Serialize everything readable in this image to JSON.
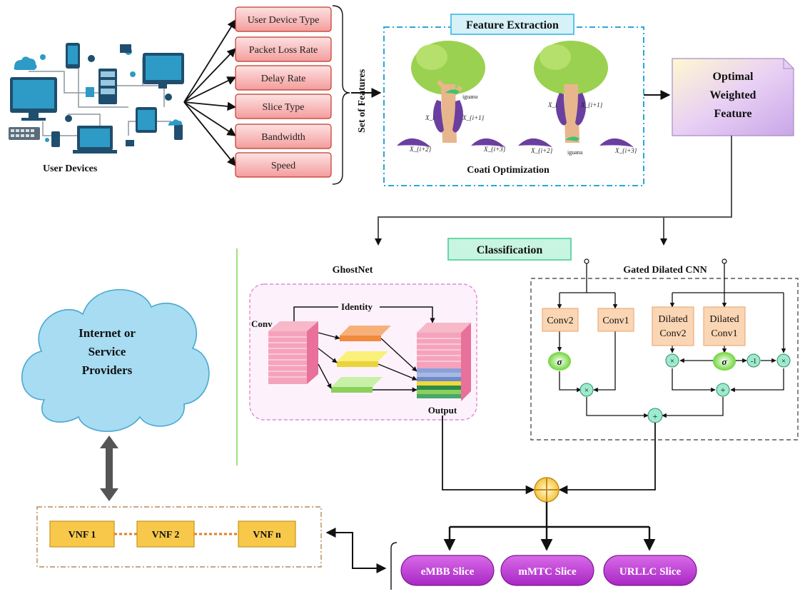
{
  "user_devices": {
    "label": "User Devices"
  },
  "features": {
    "group_label": "Set of Features",
    "items": [
      "User Device Type",
      "Packet Loss Rate",
      "Delay Rate",
      "Slice Type",
      "Bandwidth",
      "Speed"
    ]
  },
  "feature_extraction": {
    "title": "Feature Extraction",
    "caption": "Coati Optimization",
    "iguana_label": "iguana",
    "var_labels": [
      "X_i",
      "X_{i+1}",
      "X_{i+2}",
      "X_{i+3}"
    ]
  },
  "optimal_feature": {
    "line1": "Optimal",
    "line2": "Weighted",
    "line3": "Feature"
  },
  "classification": {
    "title": "Classification"
  },
  "ghostnet": {
    "title": "GhostNet",
    "conv_label": "Conv",
    "identity_label": "Identity",
    "output_label": "Output"
  },
  "gated_cnn": {
    "title": "Gated Dilated CNN",
    "boxes": [
      [
        "Conv2"
      ],
      [
        "Conv1"
      ],
      [
        "Dilated",
        "Conv2"
      ],
      [
        "Dilated",
        "Conv1"
      ]
    ],
    "sigma": "σ",
    "times": "×",
    "plus": "+",
    "minus_one": "-1"
  },
  "cloud": {
    "line1": "Internet or",
    "line2": "Service",
    "line3": "Providers"
  },
  "vnf": {
    "items": [
      "VNF 1",
      "VNF 2",
      "VNF  n"
    ]
  },
  "slices": {
    "items": [
      "eMBB Slice",
      "mMTC Slice",
      "URLLC Slice"
    ]
  },
  "colors": {
    "feature_fill": "#f8c4c4",
    "feature_border": "#c0392b",
    "dash_blue": "#2aa7d6",
    "optimal_fill": "#e0c8f0",
    "class_title_fill": "#b6f0d8",
    "slice_fill": "#c03fd6",
    "vnf_fill": "#f7c84a",
    "cloud_fill": "#a7dcf2",
    "node_fill": "#9eeacc",
    "sigma_fill": "#7be04a",
    "conv_fill": "#fbd6b4"
  }
}
